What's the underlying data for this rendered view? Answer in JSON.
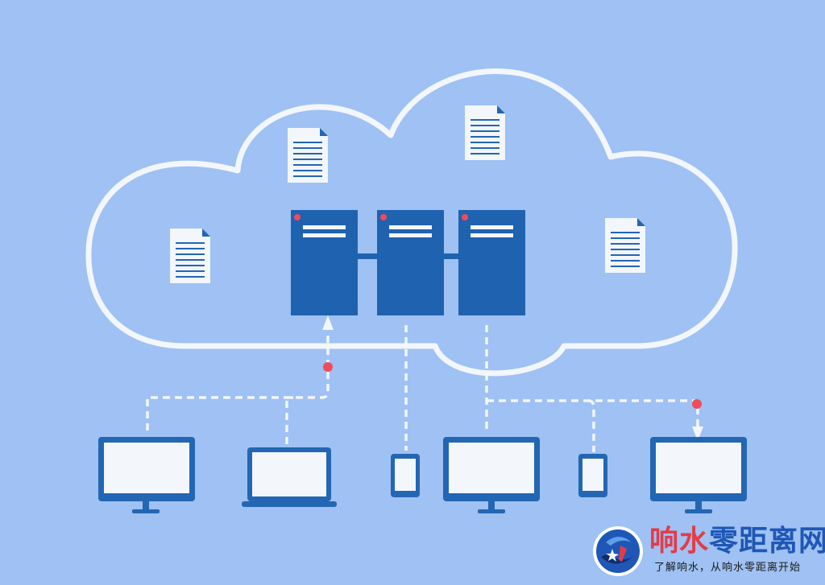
{
  "colors": {
    "background": "#9fc1f3",
    "cloud_outline": "#f3f6fb",
    "server": "#1f62b0",
    "server_light": "#f3f6fb",
    "indicator": "#ef4b5a",
    "device_frame": "#2366b3",
    "device_screen": "#f3f6fb",
    "document": "#f3f6fb",
    "document_lines": "#2366b3",
    "connector": "#f3f6fb"
  },
  "diagram": {
    "cloud": {
      "icon": "cloud-outline"
    },
    "servers": [
      {
        "icon": "server-rack"
      },
      {
        "icon": "server-rack"
      },
      {
        "icon": "server-rack"
      }
    ],
    "documents": [
      {
        "icon": "document-icon"
      },
      {
        "icon": "document-icon"
      },
      {
        "icon": "document-icon"
      },
      {
        "icon": "document-icon"
      }
    ],
    "devices": [
      {
        "kind": "desktop-monitor"
      },
      {
        "kind": "laptop"
      },
      {
        "kind": "tablet"
      },
      {
        "kind": "desktop-monitor"
      },
      {
        "kind": "tablet"
      },
      {
        "kind": "desktop-monitor"
      }
    ]
  },
  "watermark": {
    "title_part1": "响水",
    "title_part2": "零距离网",
    "subtitle": "了解响水，从响水零距离开始"
  }
}
